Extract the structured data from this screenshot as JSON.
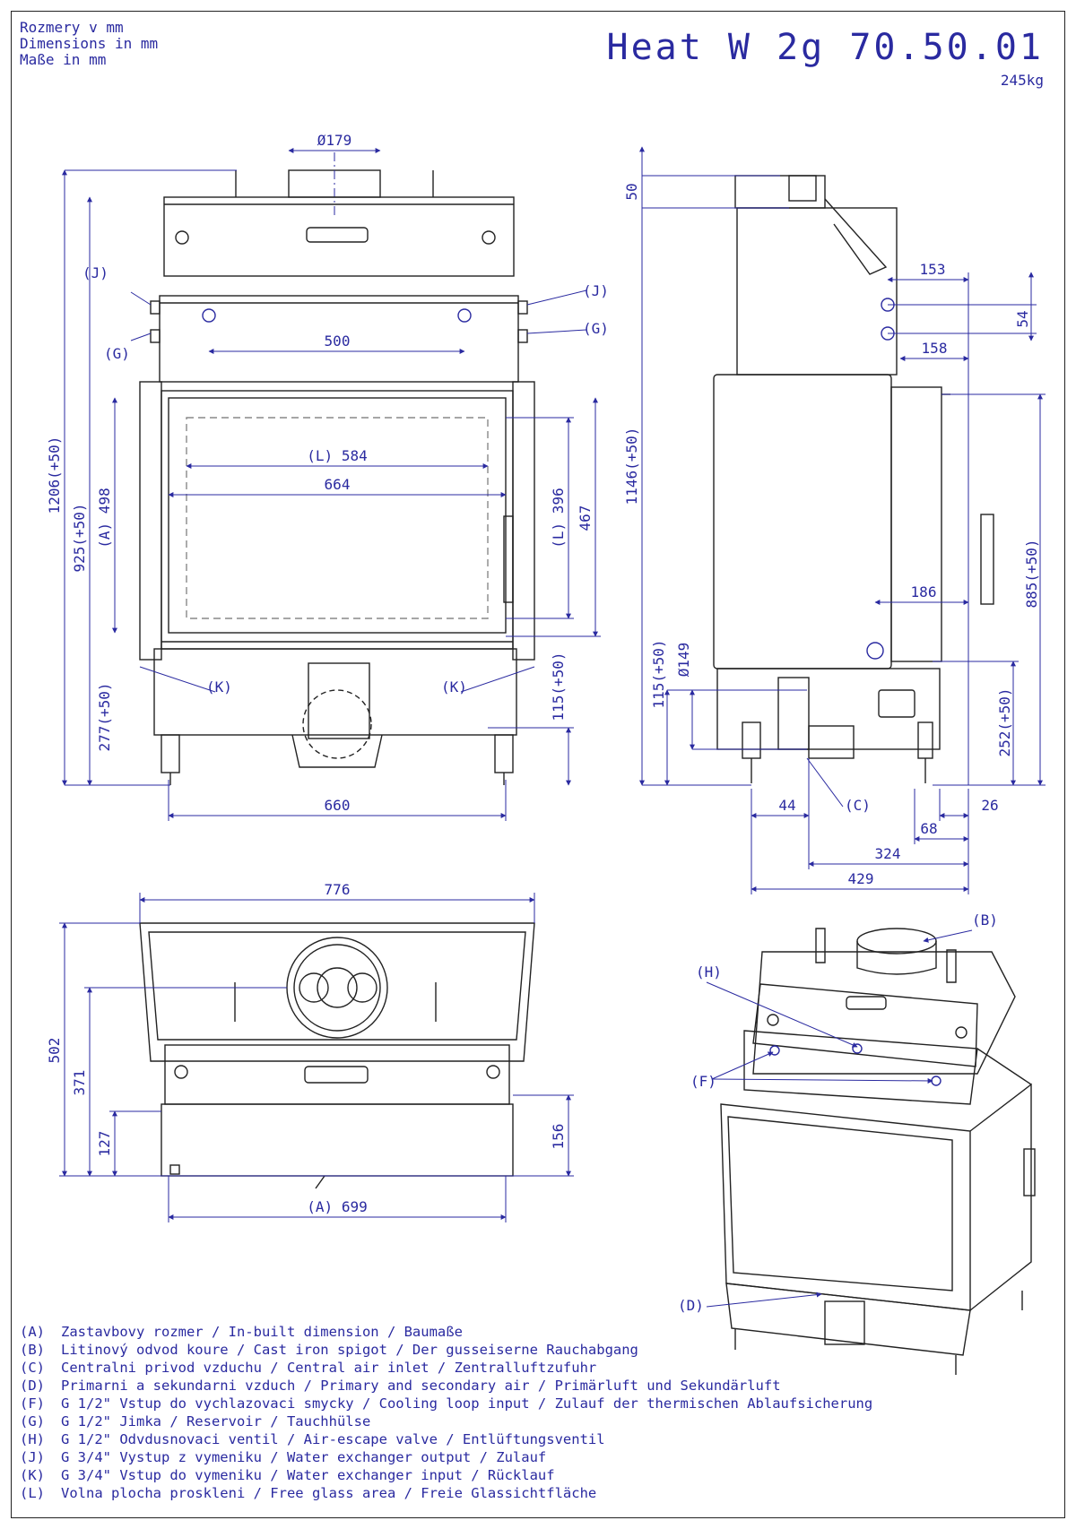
{
  "header": {
    "units_cz": "Rozmery v mm",
    "units_en": "Dimensions in mm",
    "units_de": "Maße in mm",
    "model": "Heat W 2g 70.50.01",
    "weight": "245kg"
  },
  "front_view": {
    "d_flue": "Ø179",
    "height_total": "1206(+50)",
    "height_top": "925(+50)",
    "height_a": "(A) 498",
    "height_bottom": "277(+50)",
    "width_conn": "500",
    "glass_width": "(L) 584",
    "window_width": "664",
    "glass_height": "(L) 396",
    "window_height": "467",
    "base_height": "115(+50)",
    "width_total": "660",
    "label_j_left": "(J)",
    "label_g_left": "(G)",
    "label_j_right": "(J)",
    "label_g_right": "(G)",
    "label_k_left": "(K)",
    "label_k_right": "(K)"
  },
  "side_view": {
    "top_offset": "50",
    "height_total": "1146(+50)",
    "dim_153": "153",
    "dim_54": "54",
    "dim_158": "158",
    "dim_186": "186",
    "height_885": "885(+50)",
    "height_115": "115(+50)",
    "d_inlet": "Ø149",
    "height_252": "252(+50)",
    "dim_44": "44",
    "label_c": "(C)",
    "dim_26": "26",
    "dim_68": "68",
    "dim_324": "324",
    "dim_429": "429"
  },
  "top_view": {
    "width_776": "776",
    "depth_502": "502",
    "depth_371": "371",
    "depth_127": "127",
    "depth_156": "156",
    "width_a": "(A) 699"
  },
  "iso_view": {
    "label_b": "(B)",
    "label_h": "(H)",
    "label_f": "(F)",
    "label_d": "(D)"
  },
  "legend": [
    {
      "code": "(A)",
      "text": "Zastavbovy rozmer / In-built dimension / Baumaße"
    },
    {
      "code": "(B)",
      "text": "Litinový odvod koure / Cast iron spigot / Der gusseiserne Rauchabgang"
    },
    {
      "code": "(C)",
      "text": "Centralni privod vzduchu / Central air inlet / Zentralluftzufuhr"
    },
    {
      "code": "(D)",
      "text": "Primarni a sekundarni vzduch / Primary and secondary air / Primärluft und Sekundärluft"
    },
    {
      "code": "(F)",
      "text": "G 1/2\" Vstup do vychlazovaci smycky / Cooling loop input / Zulauf der thermischen Ablaufsicherung"
    },
    {
      "code": "(G)",
      "text": "G 1/2\" Jimka / Reservoir / Tauchhülse"
    },
    {
      "code": "(H)",
      "text": "G 1/2\" Odvdusnovaci ventil / Air-escape valve / Entlüftungsventil"
    },
    {
      "code": "(J)",
      "text": "G 3/4\" Vystup z vymeniku / Water exchanger output / Zulauf"
    },
    {
      "code": "(K)",
      "text": "G 3/4\" Vstup do vymeniku / Water exchanger input / Rücklauf"
    },
    {
      "code": "(L)",
      "text": "Volna plocha proskleni / Free glass area / Freie Glassichtfläche"
    }
  ],
  "colors": {
    "ink": "#2a2aa0",
    "line": "#222222"
  }
}
